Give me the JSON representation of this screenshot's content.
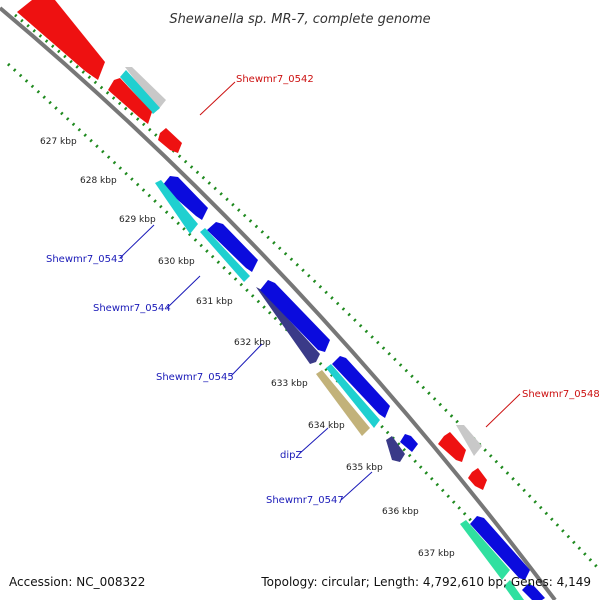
{
  "title": "Shewanella sp. MR-7, complete genome",
  "accession": "Accession: NC_008322",
  "summary": "Topology: circular; Length: 4,792,610 bp; Genes: 4,149",
  "colors": {
    "backbone": "#777777",
    "tick": "#1f8a1f",
    "label_blue": "#1a1ab8",
    "label_red": "#cc1111",
    "gene_red": "#ee1111",
    "gene_blue": "#0b0bdd",
    "gene_cyan": "#1fd0d0",
    "gene_grey": "#c8c8c8",
    "gene_navy": "#3a3a88",
    "gene_tan": "#c2b27a",
    "gene_green": "#30e0a0"
  },
  "ticks": [
    "627 kbp",
    "628 kbp",
    "629 kbp",
    "630 kbp",
    "631 kbp",
    "632 kbp",
    "633 kbp",
    "634 kbp",
    "635 kbp",
    "636 kbp",
    "637 kbp"
  ],
  "labels": {
    "l0542": "Shewmr7_0542",
    "l0543": "Shewmr7_0543",
    "l0544": "Shewmr7_0544",
    "l0545": "Shewmr7_0545",
    "ldipz": "dipZ",
    "l0547": "Shewmr7_0547",
    "l0548": "Shewmr7_0548"
  }
}
